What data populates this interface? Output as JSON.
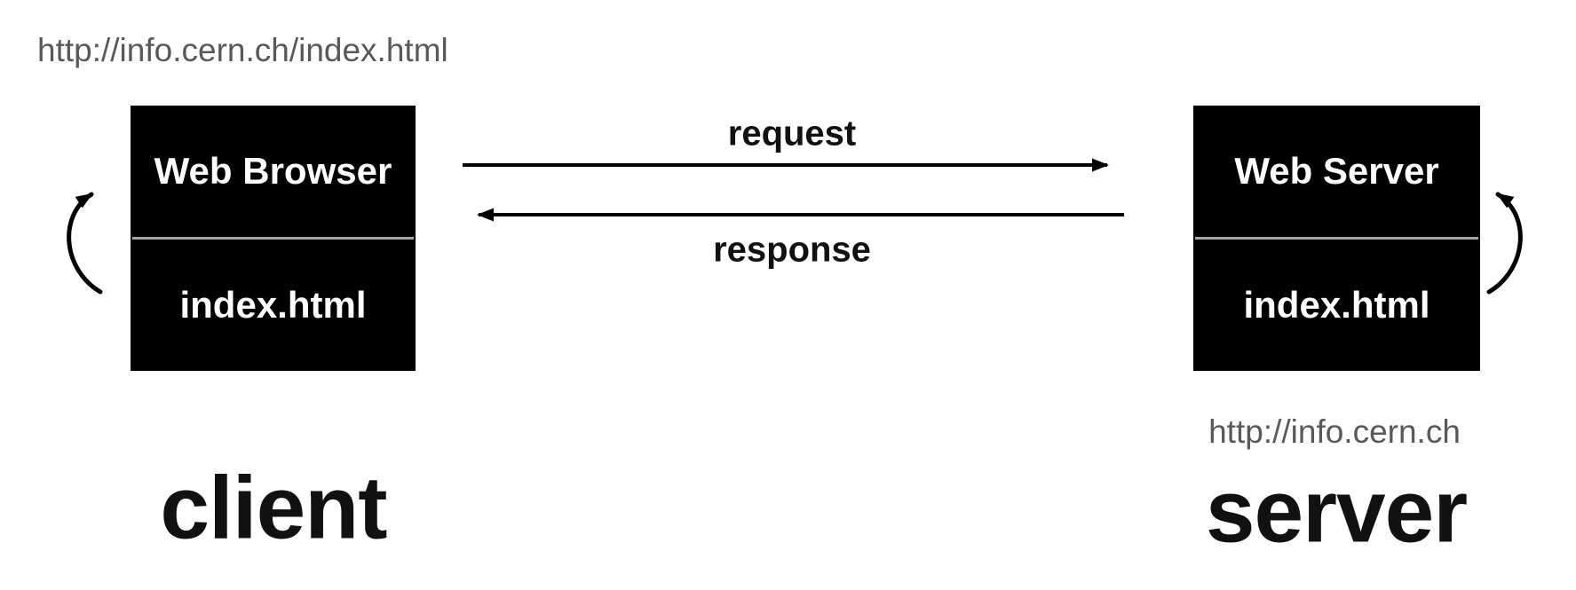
{
  "header": {
    "request_url": "http://info.cern.ch/index.html"
  },
  "client": {
    "box_title": "Web Browser",
    "box_file": "index.html",
    "caption": "client"
  },
  "server": {
    "box_title": "Web Server",
    "box_file": "index.html",
    "url": "http://info.cern.ch",
    "caption": "server"
  },
  "flow": {
    "request_label": "request",
    "response_label": "response"
  },
  "icons": {
    "client_loop": "curved-refresh-arrow",
    "server_loop": "curved-refresh-arrow",
    "request": "right-arrow",
    "response": "left-arrow"
  },
  "colors": {
    "background": "#ffffff",
    "box_background": "#000000",
    "box_text": "#ffffff",
    "box_divider": "#a6a6a6",
    "url_text": "#595959",
    "arrow": "#000000",
    "label_text": "#111111"
  }
}
